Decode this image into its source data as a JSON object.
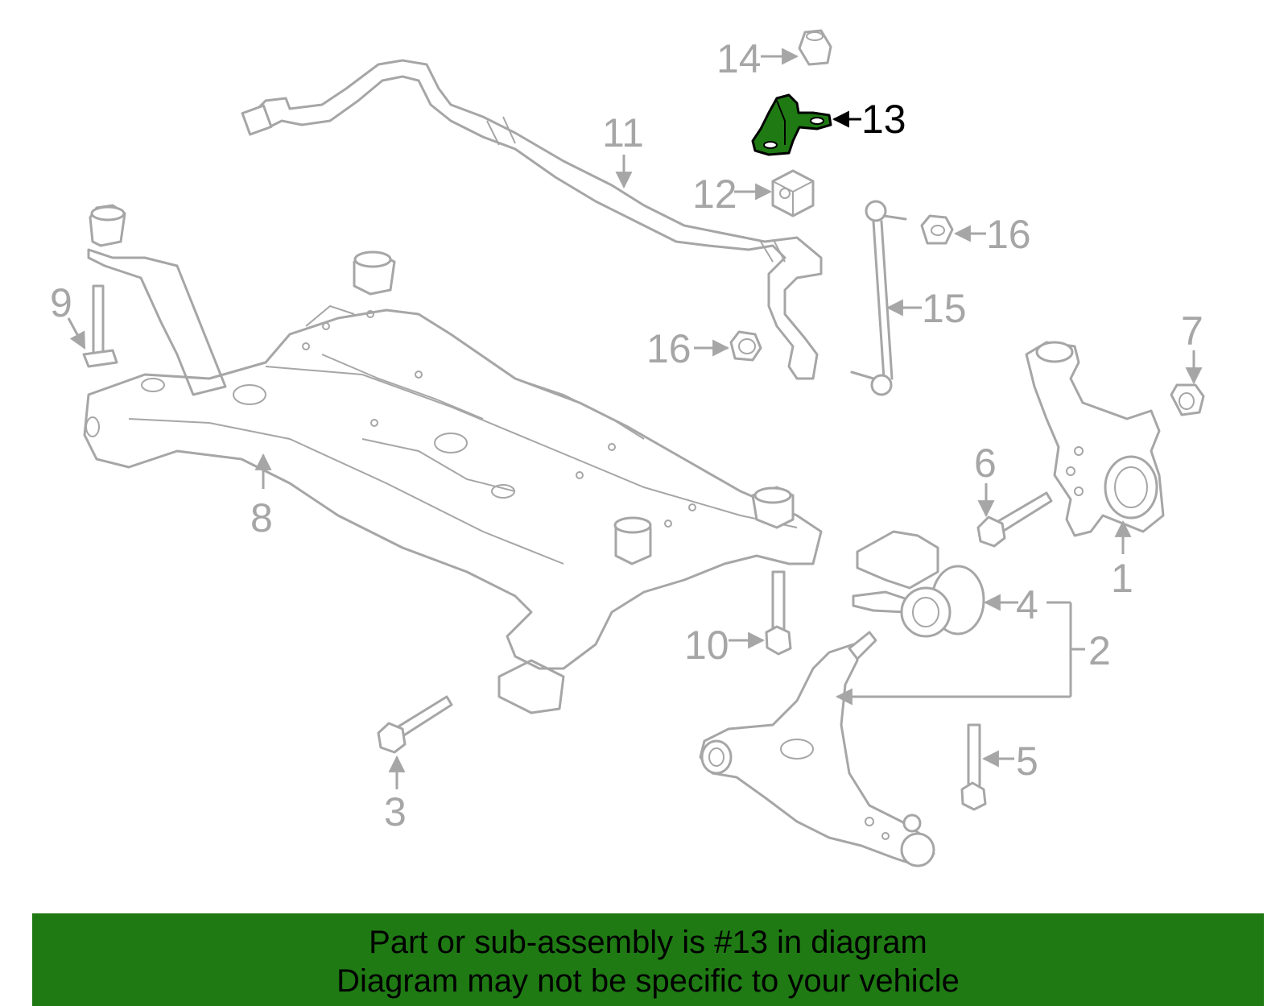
{
  "diagram": {
    "highlight_color": "#1f7a14",
    "callouts": [
      "1",
      "2",
      "3",
      "4",
      "5",
      "6",
      "7",
      "8",
      "9",
      "10",
      "11",
      "12",
      "13",
      "14",
      "15",
      "16",
      "16"
    ],
    "highlighted_callout": "13"
  },
  "banner": {
    "line1": "Part or sub-assembly is #13 in diagram",
    "line2": "Diagram may not be specific to your vehicle",
    "background": "#1f7a14"
  }
}
